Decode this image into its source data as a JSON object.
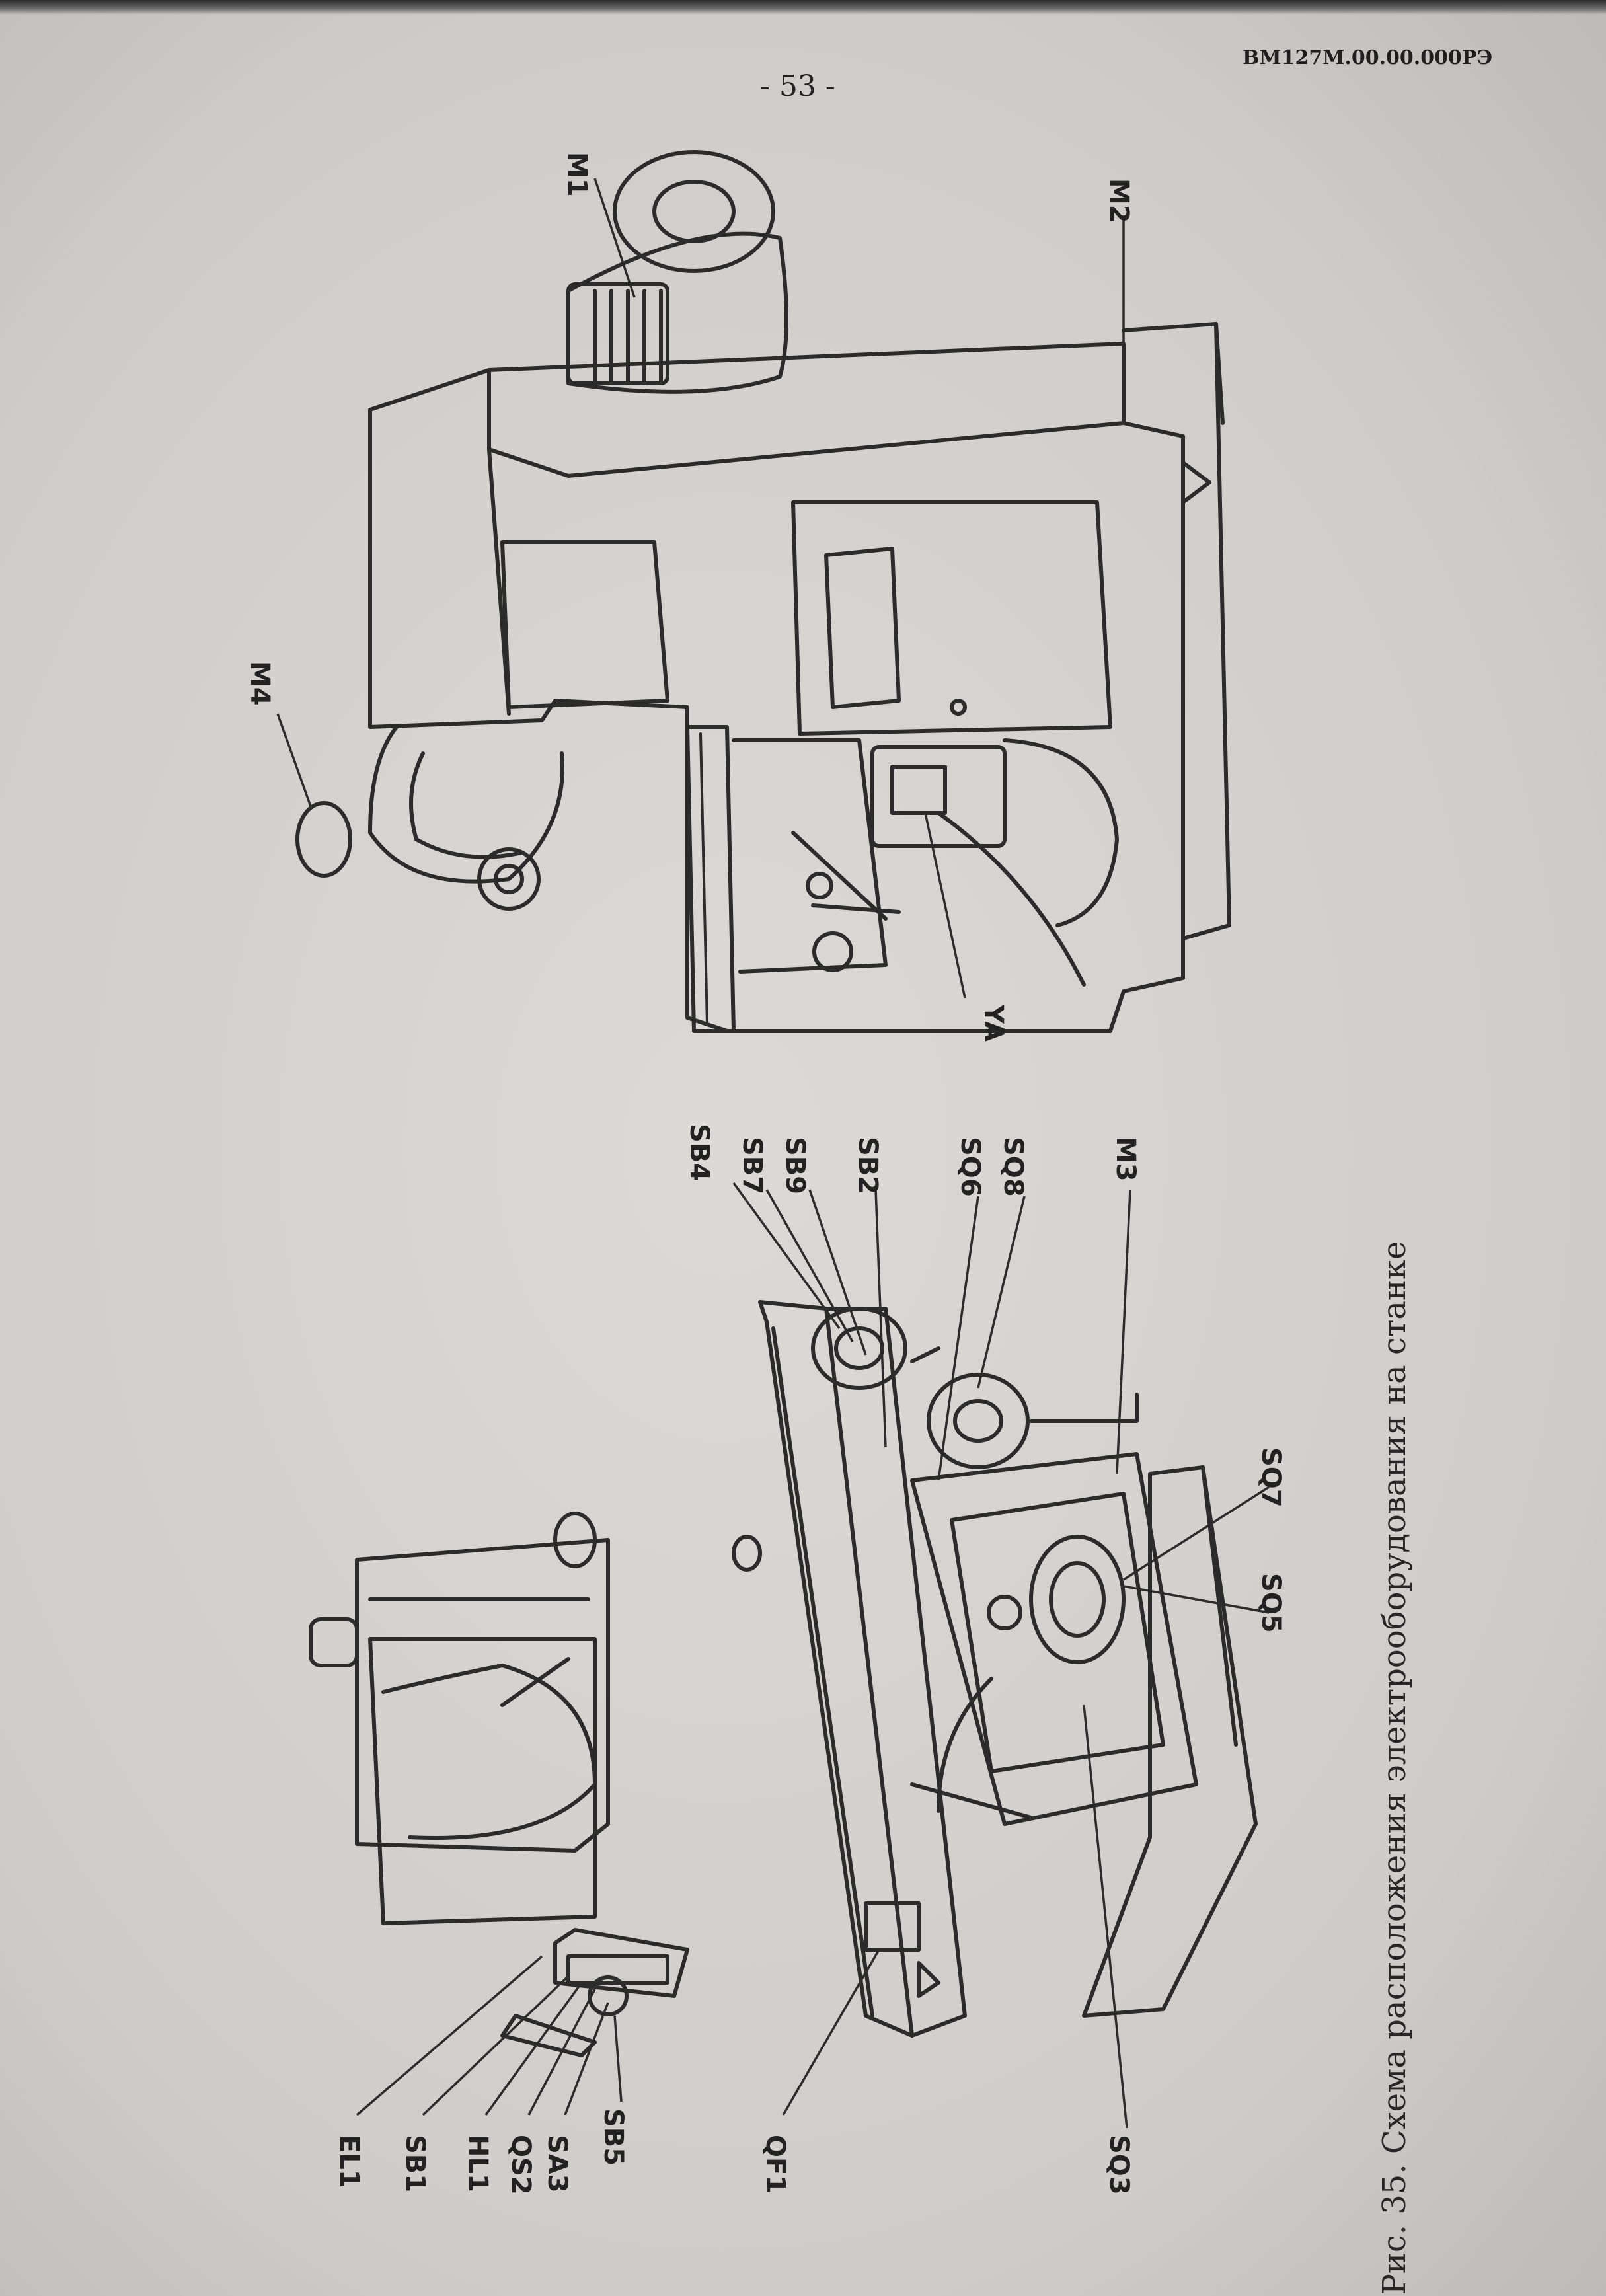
{
  "header": {
    "doc_code": "ВМ127М.00.00.000РЭ",
    "page_number": "- 53 -"
  },
  "caption": "Рис. 35. Схема расположения электрооборудования на станке",
  "labels": {
    "M1": "M1",
    "M2": "M2",
    "M3": "M3",
    "M4": "M4",
    "YA": "YA",
    "SB4": "SB4",
    "SB7": "SB7",
    "SB9": "SB9",
    "SB2": "SB2",
    "SQ6": "SQ6",
    "SQ8": "SQ8",
    "SQ7": "SQ7",
    "SQ5": "SQ5",
    "SQ3": "SQ3",
    "EL1": "EL1",
    "SB1": "SB1",
    "HL1": "HL1",
    "QS2": "QS2",
    "SA3": "SA3",
    "SB5": "SB5",
    "QF1": "QF1"
  }
}
